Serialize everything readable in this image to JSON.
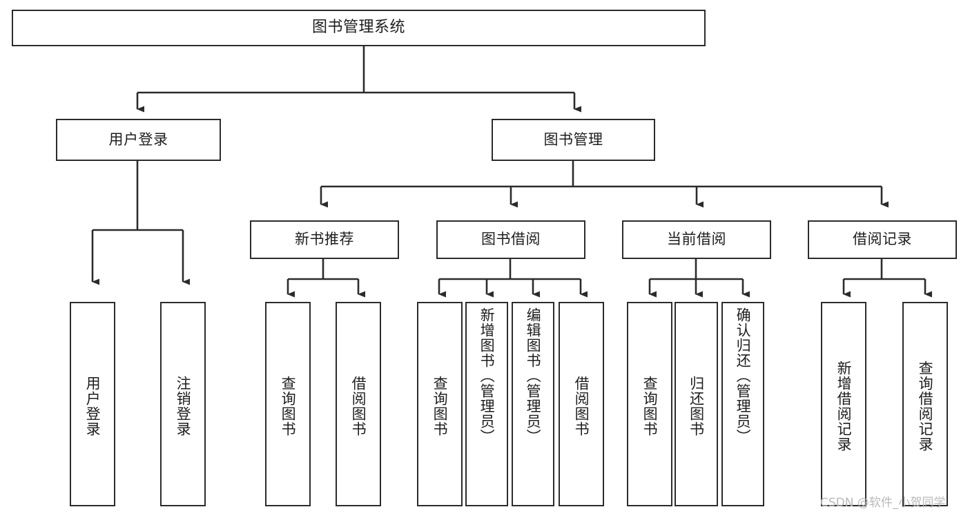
{
  "diagram": {
    "title": "图书管理系统",
    "type": "tree-hierarchy-chart",
    "root": {
      "id": "root",
      "label": "图书管理系统"
    },
    "level2": [
      {
        "id": "user-login",
        "label": "用户登录"
      },
      {
        "id": "book-management",
        "label": "图书管理"
      }
    ],
    "level3": [
      {
        "id": "new-book-recommend",
        "label": "新书推荐"
      },
      {
        "id": "book-borrow",
        "label": "图书借阅"
      },
      {
        "id": "current-borrow",
        "label": "当前借阅"
      },
      {
        "id": "borrow-record",
        "label": "借阅记录"
      }
    ],
    "leaves": {
      "user_login": [
        {
          "id": "leaf-user-login",
          "label": "用户登录"
        },
        {
          "id": "leaf-logout-login",
          "label": "注销登录"
        }
      ],
      "new_book_recommend": [
        {
          "id": "leaf-query-book-1",
          "label": "查询图书"
        },
        {
          "id": "leaf-borrow-book-1",
          "label": "借阅图书"
        }
      ],
      "book_borrow": [
        {
          "id": "leaf-query-book-2",
          "label": "查询图书"
        },
        {
          "id": "leaf-add-book",
          "label": "新增图书（管理员）"
        },
        {
          "id": "leaf-edit-book",
          "label": "编辑图书（管理员）"
        },
        {
          "id": "leaf-borrow-book-2",
          "label": "借阅图书"
        }
      ],
      "current_borrow": [
        {
          "id": "leaf-query-book-3",
          "label": "查询图书"
        },
        {
          "id": "leaf-return-book",
          "label": "归还图书"
        },
        {
          "id": "leaf-confirm-return",
          "label": "确认归还（管理员）"
        }
      ],
      "borrow_record": [
        {
          "id": "leaf-add-record",
          "label": "新增借阅记录"
        },
        {
          "id": "leaf-query-record",
          "label": "查询借阅记录"
        }
      ]
    }
  },
  "colors": {
    "stroke": "#2b2b2b",
    "fill": "#ffffff",
    "text": "#1d1d1d",
    "watermark": "#b9b9b9"
  },
  "watermark": {
    "text": "CSDN @软件_小贺同学"
  }
}
